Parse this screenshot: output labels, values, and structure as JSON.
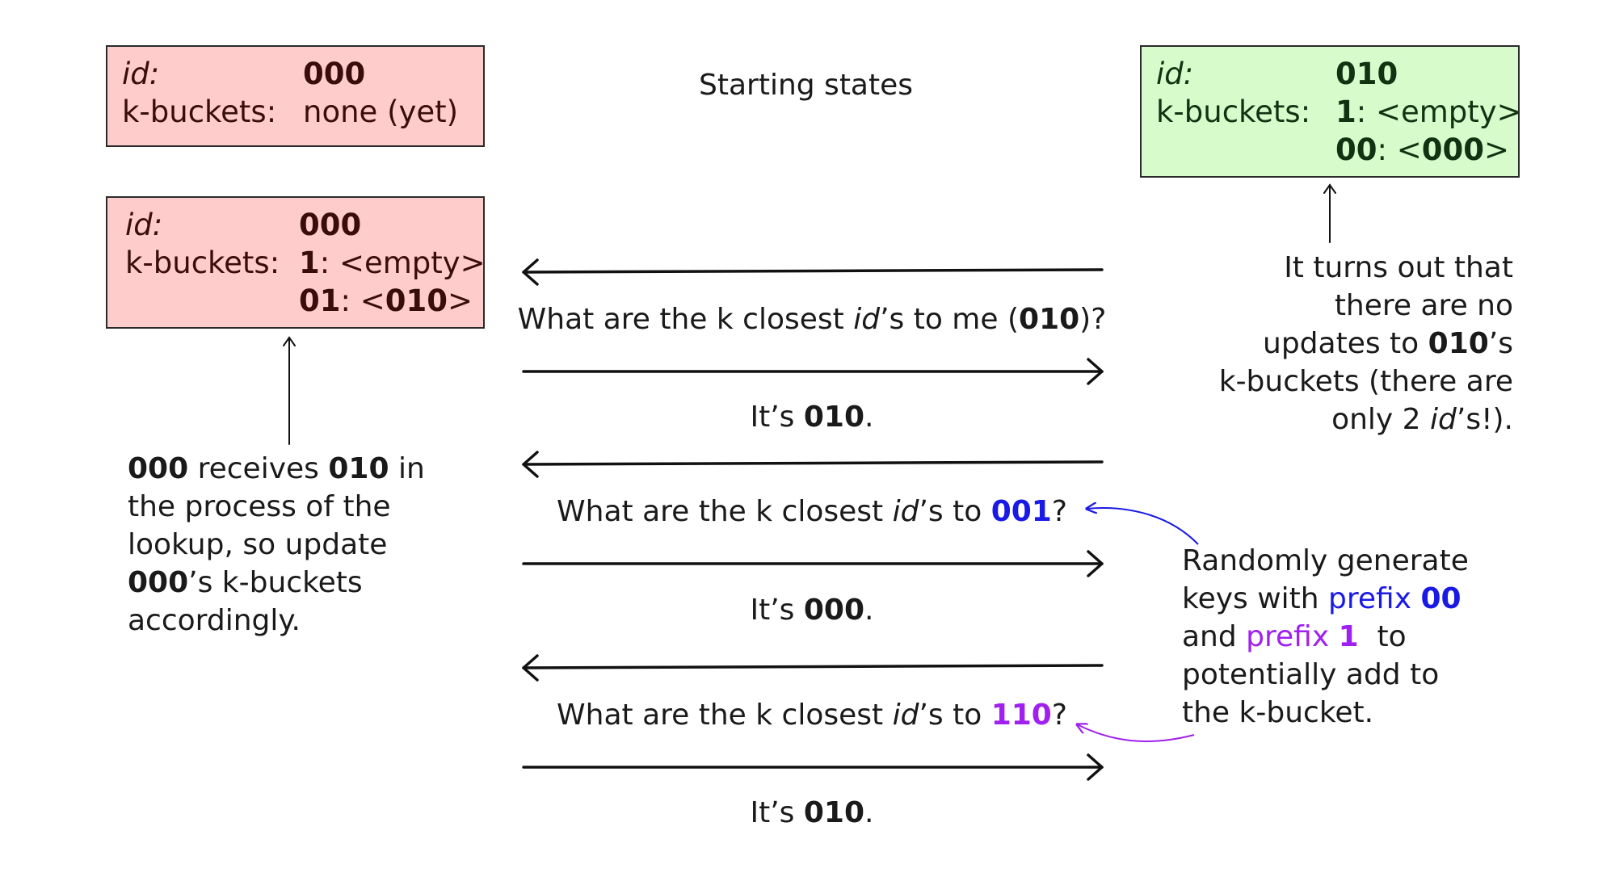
{
  "title": "Starting states",
  "node_000_start": {
    "id_label": "id",
    "id_value": "000",
    "kb_label": "k-buckets:",
    "kb_value": "none (yet)"
  },
  "node_010": {
    "id_label": "id",
    "id_value": "010",
    "kb_label": "k-buckets:",
    "bucket1_prefix": "1",
    "bucket1_value": "<empty>",
    "bucket2_prefix": "00",
    "bucket2_open": "<",
    "bucket2_id": "000",
    "bucket2_close": ">"
  },
  "node_000_updated": {
    "id_label": "id",
    "id_value": "000",
    "kb_label": "k-buckets:",
    "bucket1_prefix": "1",
    "bucket1_value": "<empty>",
    "bucket2_prefix": "01",
    "bucket2_open": "<",
    "bucket2_id": "010",
    "bucket2_close": ">"
  },
  "messages": {
    "m1_pre": "What are the k closest ",
    "m1_id": "id",
    "m1_mid": "’s to me (",
    "m1_key": "010",
    "m1_post": ")?",
    "r1_pre": "It’s ",
    "r1_key": "010",
    "r1_post": ".",
    "m2_pre": "What are the k closest ",
    "m2_id": "id",
    "m2_mid": "’s to ",
    "m2_key": "001",
    "m2_post": "?",
    "r2_pre": "It’s ",
    "r2_key": "000",
    "r2_post": ".",
    "m3_pre": "What are the k closest ",
    "m3_id": "id",
    "m3_mid": "’s to ",
    "m3_key": "110",
    "m3_post": "?",
    "r3_pre": "It’s ",
    "r3_key": "010",
    "r3_post": "."
  },
  "right_note": {
    "l1": "It turns out that",
    "l2": "there are no",
    "l3_pre": "updates to ",
    "l3_key": "010",
    "l3_post": "’s",
    "l4": "k-buckets (there are",
    "l5_pre": "only 2 ",
    "l5_id": "id",
    "l5_post": "’s!)."
  },
  "left_note": {
    "l1_key": "000",
    "l1_mid": " receives ",
    "l1_key2": "010",
    "l1_post": " in",
    "l2": "the process of the",
    "l3": "lookup, so update",
    "l4_key": "000",
    "l4_post": "’s k-buckets",
    "l5": "accordingly."
  },
  "random_note": {
    "l1": "Randomly generate",
    "l2_pre": "keys with ",
    "l2_prefix": "prefix ",
    "l2_key": "00",
    "l3_pre": "and ",
    "l3_prefix": "prefix ",
    "l3_key": "1",
    "l3_post": "  to",
    "l4": "potentially add to",
    "l5": "the k-bucket."
  },
  "colors": {
    "red_box": "#ffcccc",
    "green_box": "#d8fbcc",
    "blue": "#1a1ae6",
    "purple": "#a020f0"
  }
}
